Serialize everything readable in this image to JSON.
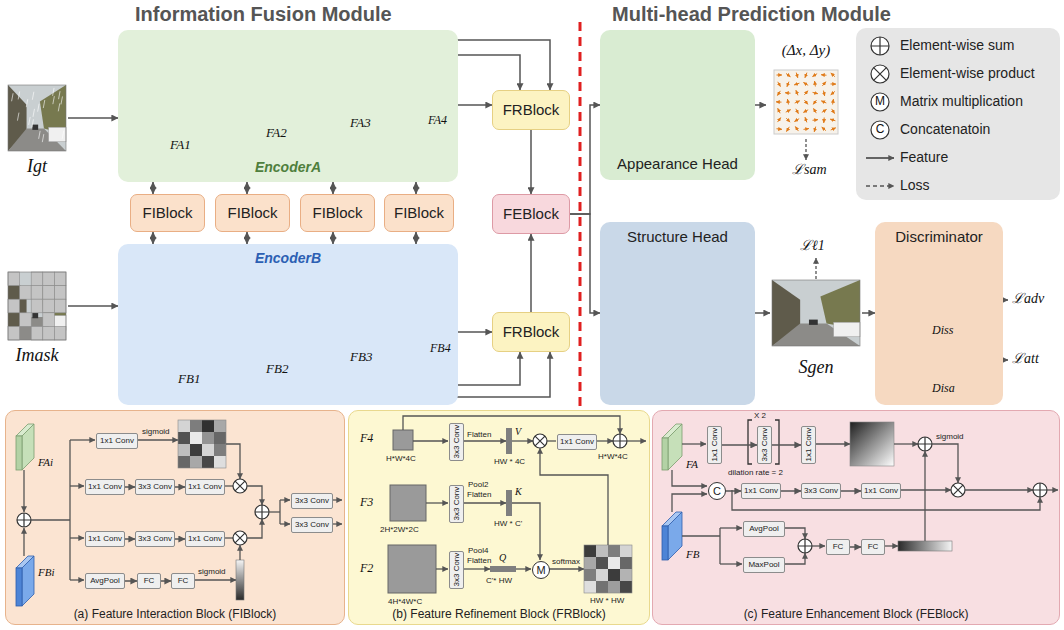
{
  "diagram": {
    "nodes": [
      {
        "text": [
          "Igt"
        ]
      },
      {
        "text": [
          "EncoderA"
        ]
      },
      {
        "text": [
          "FIBlock"
        ]
      },
      {
        "text": [
          "FIBlock"
        ]
      },
      {
        "text": [
          "FIBlock"
        ]
      },
      {
        "text": [
          "FIBlock"
        ]
      },
      {
        "text": [
          "Imask"
        ]
      },
      {
        "text": [
          "EncoderB"
        ]
      },
      {
        "text": [
          "FRBlock"
        ]
      },
      {
        "text": [
          "FEBlock"
        ]
      },
      {
        "text": [
          "FRBlock"
        ]
      },
      {
        "text": [
          "Appearance Head"
        ]
      },
      {
        "text": [
          "(Δx, Δy)"
        ]
      },
      {
        "text": [
          "Structure Head"
        ]
      },
      {
        "text": [
          "Sgen"
        ]
      },
      {
        "text": [
          "Discriminator"
        ]
      },
      {
        "text": [
          "(a) Feature Interaction Block (FIBlock)"
        ]
      },
      {
        "text": [
          "1x1 Conv"
        ],
        "in": 16
      },
      {
        "text": [
          "1x1 Conv"
        ],
        "in": 16
      },
      {
        "text": [
          "3x3 Conv"
        ],
        "in": 16
      },
      {
        "text": [
          "1x1 Conv"
        ],
        "in": 16
      },
      {
        "text": [
          "1x1 Conv"
        ],
        "in": 16
      },
      {
        "text": [
          "3x3 Conv"
        ],
        "in": 16
      },
      {
        "text": [
          "1x1 Conv"
        ],
        "in": 16
      },
      {
        "text": [
          "AvgPool"
        ],
        "in": 16
      },
      {
        "text": [
          "FC"
        ],
        "in": 16
      },
      {
        "text": [
          "FC"
        ],
        "in": 16
      },
      {
        "text": [
          "3x3 Conv"
        ],
        "in": 16
      },
      {
        "text": [
          "3x3 Conv"
        ],
        "in": 16
      },
      {
        "text": [
          "(b) Feature Refinement Block (FRBlock)"
        ]
      },
      {
        "text": [
          "3x3 Conv"
        ],
        "in": 29
      },
      {
        "text": [
          "3x3 Conv"
        ],
        "in": 29
      },
      {
        "text": [
          "3x3 Conv"
        ],
        "in": 29
      },
      {
        "text": [
          "1x1 Conv"
        ],
        "in": 29
      },
      {
        "text": [
          "M"
        ],
        "in": 29
      },
      {
        "text": [
          "(c) Feature Enhancement Block (FEBlock)"
        ]
      },
      {
        "text": [
          "1x1 Conv"
        ],
        "in": 35
      },
      {
        "text": [
          "3x3 Conv"
        ],
        "in": 35
      },
      {
        "text": [
          "1x1 Conv"
        ],
        "in": 35
      },
      {
        "text": [
          "C"
        ],
        "in": 35
      },
      {
        "text": [
          "1x1 Conv"
        ],
        "in": 35
      },
      {
        "text": [
          "3x3 Conv"
        ],
        "in": 35
      },
      {
        "text": [
          "1x1 Conv"
        ],
        "in": 35
      },
      {
        "text": [
          "AvgPool"
        ],
        "in": 35
      },
      {
        "text": [
          "MaxPool"
        ],
        "in": 35
      },
      {
        "text": [
          "FC"
        ],
        "in": 35
      },
      {
        "text": [
          "FC"
        ],
        "in": 35
      }
    ],
    "edges": [
      {
        "from": 0,
        "to": 1,
        "arrow": "to"
      },
      {
        "from": 1,
        "to": 2,
        "arrow": "both"
      },
      {
        "from": 1,
        "to": 3,
        "arrow": "both"
      },
      {
        "from": 1,
        "to": 4,
        "arrow": "both"
      },
      {
        "from": 1,
        "to": 5,
        "arrow": "both"
      },
      {
        "from": 2,
        "to": 7,
        "arrow": "both"
      },
      {
        "from": 3,
        "to": 7,
        "arrow": "both"
      },
      {
        "from": 4,
        "to": 7,
        "arrow": "both"
      },
      {
        "from": 5,
        "to": 7,
        "arrow": "both"
      },
      {
        "from": 6,
        "to": 7,
        "arrow": "to"
      },
      {
        "from": 1,
        "to": 8,
        "arrow": "to"
      },
      {
        "from": 1,
        "to": 8,
        "arrow": "to"
      },
      {
        "from": 1,
        "to": 8,
        "arrow": "to"
      },
      {
        "from": 7,
        "to": 10,
        "arrow": "to"
      },
      {
        "from": 7,
        "to": 10,
        "arrow": "to"
      },
      {
        "from": 7,
        "to": 10,
        "arrow": "to"
      },
      {
        "from": 8,
        "to": 9,
        "arrow": "to"
      },
      {
        "from": 10,
        "to": 9,
        "arrow": "to"
      },
      {
        "from": 9,
        "to": 11,
        "arrow": "to"
      },
      {
        "from": 9,
        "to": 13,
        "arrow": "to"
      },
      {
        "from": 11,
        "to": 12,
        "arrow": "to"
      },
      {
        "from": 13,
        "to": 14,
        "arrow": "to"
      },
      {
        "from": 14,
        "to": 15,
        "arrow": "to"
      },
      {
        "from": 18,
        "to": 19,
        "arrow": "to"
      },
      {
        "from": 19,
        "to": 20,
        "arrow": "to"
      },
      {
        "from": 21,
        "to": 22,
        "arrow": "to"
      },
      {
        "from": 22,
        "to": 23,
        "arrow": "to"
      },
      {
        "from": 24,
        "to": 25,
        "arrow": "to"
      },
      {
        "from": 25,
        "to": 26,
        "arrow": "to"
      },
      {
        "from": 36,
        "to": 37,
        "arrow": "to"
      },
      {
        "from": 37,
        "to": 38,
        "arrow": "to"
      },
      {
        "from": 39,
        "to": 40,
        "arrow": "to"
      },
      {
        "from": 40,
        "to": 41,
        "arrow": "to"
      },
      {
        "from": 41,
        "to": 42,
        "arrow": "to"
      },
      {
        "from": 45,
        "to": 46,
        "arrow": "to"
      }
    ],
    "labels": [
      "Information Fusion Module",
      "Multi-head Prediction Module",
      "FA1",
      "FA2",
      "FA3",
      "FA4",
      "FB1",
      "FB2",
      "FB3",
      "FB4",
      "ℒsam",
      "ℒℓ1",
      "Diss",
      "Disa",
      "ℒadv",
      "ℒatt",
      "M",
      "C",
      "FAi",
      "FBi",
      "sigmoid",
      "sigmoid",
      "F4",
      "H*W*4C",
      "F3",
      "2H*2W*2C",
      "F2",
      "4H*4W*C",
      "Flatten",
      "Pool2",
      "Flatten",
      "Pool4",
      "Flatten",
      "V",
      "HW * 4C",
      "K",
      "HW * C'",
      "Q",
      "C'* HW",
      "H*W*4C",
      "softmax",
      "HW * HW",
      "FA",
      "X 2",
      "dilation rate = 2",
      "sigmoid",
      "FB"
    ],
    "legend": [
      {
        "text": "Element-wise sum"
      },
      {
        "text": "Element-wise product"
      },
      {
        "text": "Matrix multiplication"
      },
      {
        "text": "Concatenatoin"
      },
      {
        "text": "Feature"
      },
      {
        "text": "Loss"
      }
    ]
  }
}
